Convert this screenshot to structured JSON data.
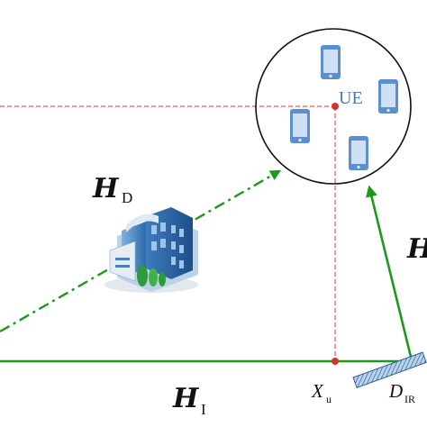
{
  "labels": {
    "hd_main": "H",
    "hd_sub": "D",
    "hi_main": "H",
    "hi_sub": "I",
    "hr_main": "H",
    "ue": "UE",
    "xu_main": "X",
    "xu_sub": "u",
    "dir_main": "D",
    "dir_sub": "IR"
  },
  "icons": {
    "building": "building-icon",
    "phone": "smartphone-icon",
    "ris": "reflecting-surface-icon"
  },
  "colors": {
    "green": "#1a9a1a",
    "red_dashed": "#d9342b",
    "phone_blue": "#5b8fd0",
    "circle": "#111111"
  }
}
